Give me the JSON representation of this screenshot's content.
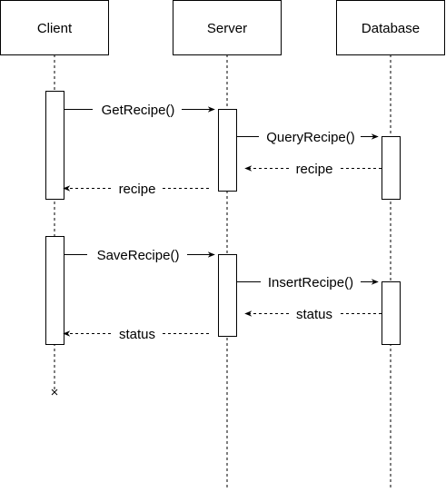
{
  "participants": {
    "client": "Client",
    "server": "Server",
    "database": "Database"
  },
  "messages": {
    "get_recipe": "GetRecipe()",
    "query_recipe": "QueryRecipe()",
    "recipe_from_db": "recipe",
    "recipe_to_client": "recipe",
    "save_recipe": "SaveRecipe()",
    "insert_recipe": "InsertRecipe()",
    "status_from_db": "status",
    "status_to_client": "status"
  }
}
